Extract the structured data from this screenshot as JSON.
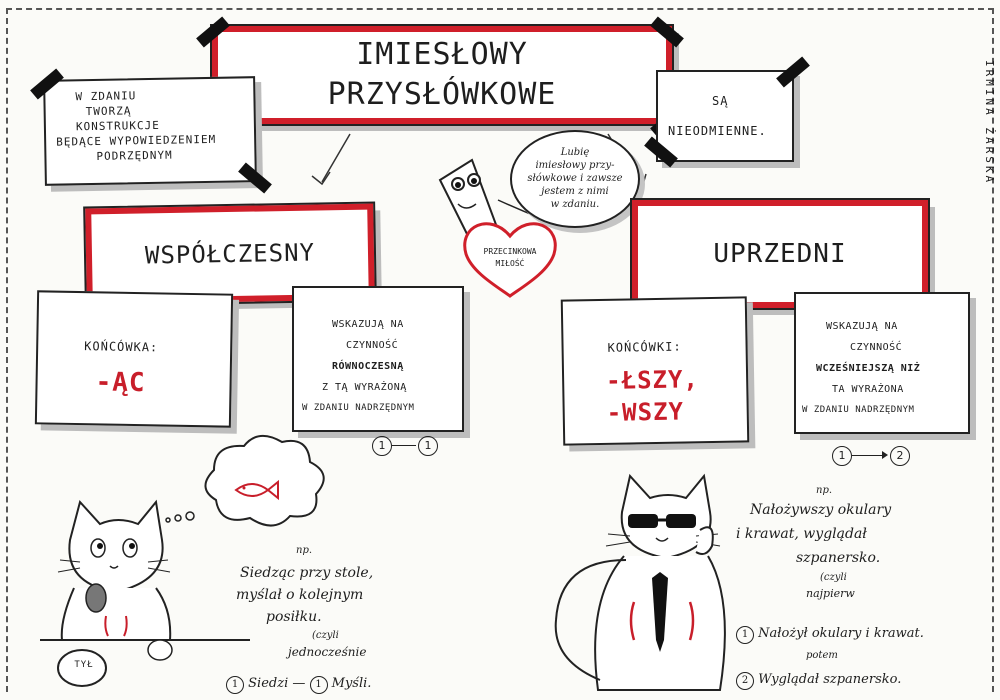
{
  "title": {
    "line1": "IMIESŁOWY",
    "line2": "PRZYSŁÓWKOWE"
  },
  "author": "IRMINA ŻARSKA",
  "left_note": [
    "W ZDANIU",
    "TWORZĄ",
    "KONSTRUKCJE",
    "BĘDĄCE WYPOWIEDZENIEM",
    "PODRZĘDNYM"
  ],
  "right_note": {
    "line1": "SĄ",
    "line2": "NIEODMIENNE."
  },
  "mascot": {
    "bubble_lines": [
      "Lubię",
      "imiesłowy przy-",
      "słówkowe i zawsze",
      "jestem z nimi",
      "w zdaniu."
    ],
    "heart_lines": [
      "PRZECINKOWA",
      "MIŁOŚĆ"
    ]
  },
  "sections": {
    "left": {
      "heading": "WSPÓŁCZESNY",
      "ending_label": "KOŃCÓWKA:",
      "endings": [
        "-ĄC"
      ],
      "desc_lines": [
        "WSKAZUJĄ NA",
        "CZYNNOŚĆ",
        "RÓWNOCZESNĄ",
        "Z TĄ WYRAŻONĄ",
        "W ZDANIU NADRZĘDNYM"
      ],
      "timeline": [
        "1",
        "1"
      ],
      "example_marker": "np.",
      "example_lines": [
        "Siedząc przy stole,",
        "myślał o kolejnym",
        "posiłku."
      ],
      "connector": "(czyli",
      "connector_2": "jednocześnie",
      "steps": [
        {
          "n": "1",
          "text": "Siedzi"
        },
        {
          "n": "1",
          "text": "Myśli."
        }
      ],
      "cat_paw_label": "TYŁ"
    },
    "right": {
      "heading": "UPRZEDNI",
      "ending_label": "KOŃCÓWKI:",
      "endings": [
        "-ŁSZY,",
        "-WSZY"
      ],
      "desc_lines": [
        "WSKAZUJĄ NA",
        "CZYNNOŚĆ",
        "WCZEŚNIEJSZĄ NIŻ",
        "TA WYRAŻONA",
        "W ZDANIU NADRZĘDNYM"
      ],
      "timeline": [
        "1",
        "2"
      ],
      "example_marker": "np.",
      "example_lines": [
        "Nałożywszy okulary",
        "i krawat, wyglądał",
        "szpanersko."
      ],
      "connector": "(czyli",
      "connector_2": "najpierw",
      "steps": [
        {
          "n": "1",
          "text": "Nałożył okulary i krawat."
        },
        {
          "n": "2",
          "text": "Wyglądał szpanersko."
        }
      ],
      "connector_3": "potem"
    }
  }
}
